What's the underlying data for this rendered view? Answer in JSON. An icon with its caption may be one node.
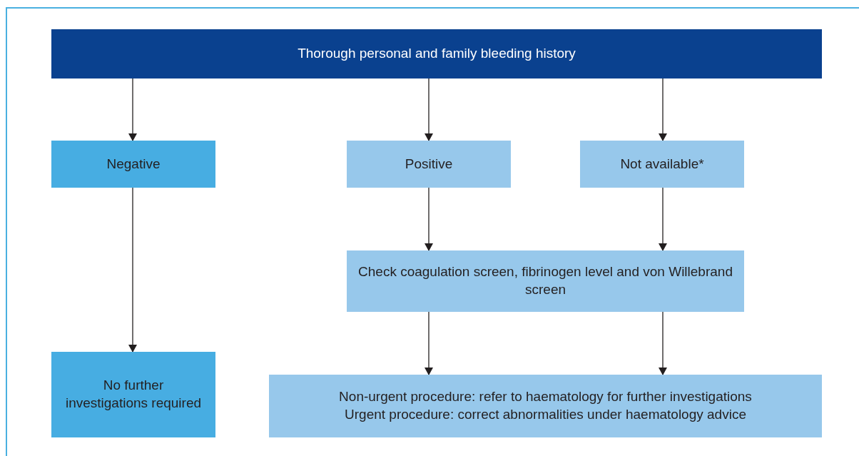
{
  "diagram": {
    "nodes": [
      {
        "text": [
          "Thorough personal and family bleeding history"
        ]
      },
      {
        "text": [
          "Negative"
        ]
      },
      {
        "text": [
          "Positive"
        ]
      },
      {
        "text": [
          "Not available*"
        ]
      },
      {
        "text": [
          "Check coagulation screen, fibrinogen level and von Willebrand screen"
        ]
      },
      {
        "text": [
          "No further investigations required"
        ]
      },
      {
        "text": [
          "Non-urgent procedure: refer to haematology for further investigations",
          "Urgent procedure: correct abnormalities under haematology advice"
        ]
      }
    ],
    "edges": [
      {
        "from": 0,
        "to": 1,
        "arrow": "to"
      },
      {
        "from": 0,
        "to": 2,
        "arrow": "to"
      },
      {
        "from": 0,
        "to": 3,
        "arrow": "to"
      },
      {
        "from": 1,
        "to": 5,
        "arrow": "to"
      },
      {
        "from": 2,
        "to": 4,
        "arrow": "to"
      },
      {
        "from": 3,
        "to": 4,
        "arrow": "to"
      },
      {
        "from": 4,
        "to": 6,
        "arrow": "to"
      },
      {
        "from": 4,
        "to": 6,
        "arrow": "to"
      }
    ]
  }
}
